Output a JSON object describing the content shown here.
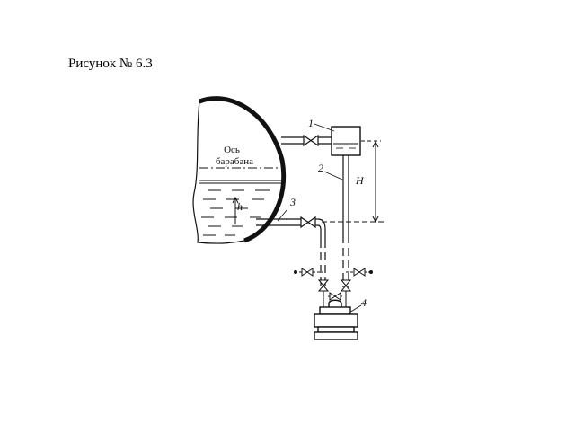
{
  "figure": {
    "title": "Рисунок № 6.3",
    "drum_axis_line1": "Ось",
    "drum_axis_line2": "барабана",
    "labels": {
      "vessel": "1",
      "tube": "2",
      "lower_pipe": "3",
      "gauge": "4",
      "height_H": "H",
      "height_h": "h"
    },
    "colors": {
      "ink": "#111111",
      "background": "#ffffff"
    }
  }
}
